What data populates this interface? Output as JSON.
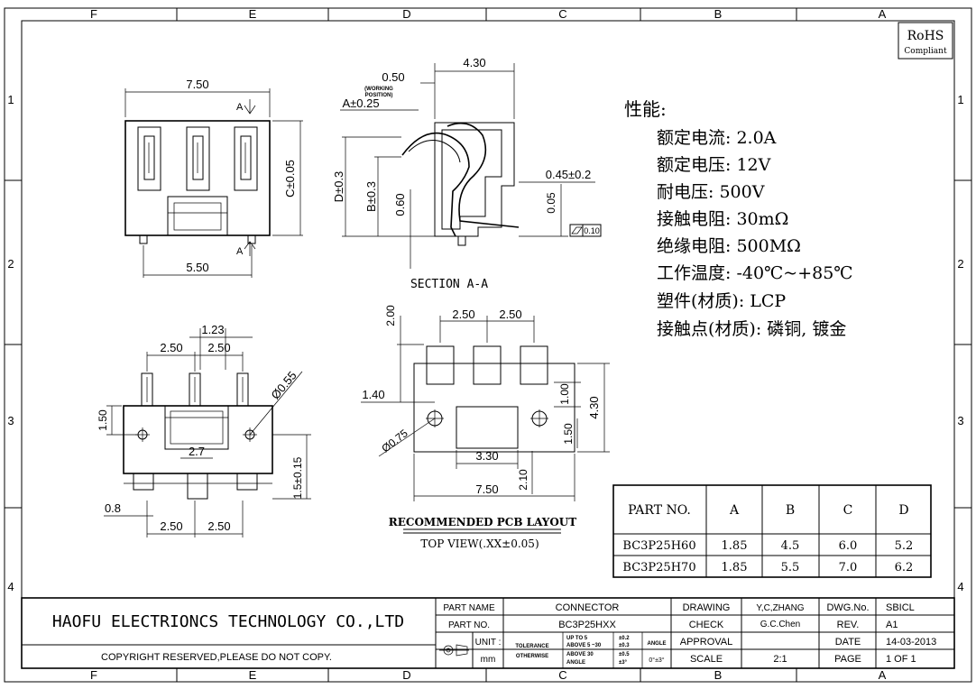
{
  "frame": {
    "col_labels": [
      "F",
      "E",
      "D",
      "C",
      "B",
      "A"
    ],
    "row_labels": [
      "1",
      "2",
      "3",
      "4"
    ]
  },
  "rohs": {
    "title": "RoHS",
    "subtitle": "Compliant"
  },
  "views": {
    "top_view": {
      "w": "7.50",
      "c": "C±0.05",
      "base": "5.50",
      "sec_a_top": "A",
      "sec_a_bottom": "A"
    },
    "section": {
      "dim_430": "4.30",
      "dim_050": "0.50",
      "note1": "(WORKING",
      "note2": "POSITION)",
      "dim_a": "A±0.25",
      "dim_d": "D±0.3",
      "dim_b": "B±0.3",
      "dim_060": "0.60",
      "dim_045": "0.45±0.2",
      "dim_005": "0.05",
      "flatness": "0.10",
      "label": "SECTION A-A"
    },
    "front_view": {
      "dim_123": "1.23",
      "dim_250a": "2.50",
      "dim_250b": "2.50",
      "dim_055": "Ø0.55",
      "dim_150": "1.50",
      "dim_27": "2.7",
      "dim_15015": "1.5±0.15",
      "dim_08": "0.8",
      "dim_250c": "2.50",
      "dim_250d": "2.50"
    },
    "pcb": {
      "dim_200": "2.00",
      "dim_250a": "2.50",
      "dim_250b": "2.50",
      "dim_140": "1.40",
      "dim_100": "1.00",
      "dim_430": "4.30",
      "dim_075": "Ø0.75",
      "dim_150": "1.50",
      "dim_330": "3.30",
      "dim_210": "2.10",
      "dim_750": "7.50",
      "title": "RECOMMENDED PCB LAYOUT",
      "subtitle": "TOP VIEW(.XX±0.05)"
    }
  },
  "specs": {
    "title": "性能:",
    "items": [
      "额定电流: 2.0A",
      "额定电压: 12V",
      "耐电压: 500V",
      "接触电阻: 30mΩ",
      "绝缘电阻: 500MΩ",
      "工作温度: -40℃~+85℃",
      "塑件(材质): LCP",
      "接触点(材质): 磷铜, 镀金"
    ]
  },
  "part_table": {
    "headers": [
      "PART NO.",
      "A",
      "B",
      "C",
      "D"
    ],
    "rows": [
      [
        "BC3P25H60",
        "1.85",
        "4.5",
        "6.0",
        "5.2"
      ],
      [
        "BC3P25H70",
        "1.85",
        "5.5",
        "7.0",
        "6.2"
      ]
    ]
  },
  "title_block": {
    "company": "HAOFU ELECTRIONCS TECHNOLOGY CO.,LTD",
    "copyright": "COPYRIGHT RESERVED,PLEASE DO NOT COPY.",
    "part_name_label": "PART NAME",
    "part_name": "CONNECTOR",
    "part_no_label": "PART NO.",
    "part_no": "BC3P25HXX",
    "unit_label": "UNIT :",
    "unit": "mm",
    "tol1": "TOLERANCE",
    "tol2": "OTHERWISE",
    "tol_r1": "UP TO 5",
    "tol_r1v": "±0.2",
    "tol_r2": "ABOVE 5 ~30",
    "tol_r2v": "±0.3",
    "tol_r3": "ABOVE 30",
    "tol_r3v": "±0.5",
    "tol_r4": "ANGLE",
    "tol_r4v": "±3°",
    "angle_label": "ANGLE",
    "angle_val": "0°±3°",
    "drawing_label": "DRAWING",
    "drawing": "Y,C,ZHANG",
    "check_label": "CHECK",
    "check": "G.C.Chen",
    "approval_label": "APPROVAL",
    "approval": "",
    "scale_label": "SCALE",
    "scale": "2:1",
    "dwg_label": "DWG.No.",
    "dwg": "SBICL",
    "rev_label": "REV.",
    "rev": "A1",
    "date_label": "DATE",
    "date": "14-03-2013",
    "page_label": "PAGE",
    "page": "1 OF 1"
  }
}
